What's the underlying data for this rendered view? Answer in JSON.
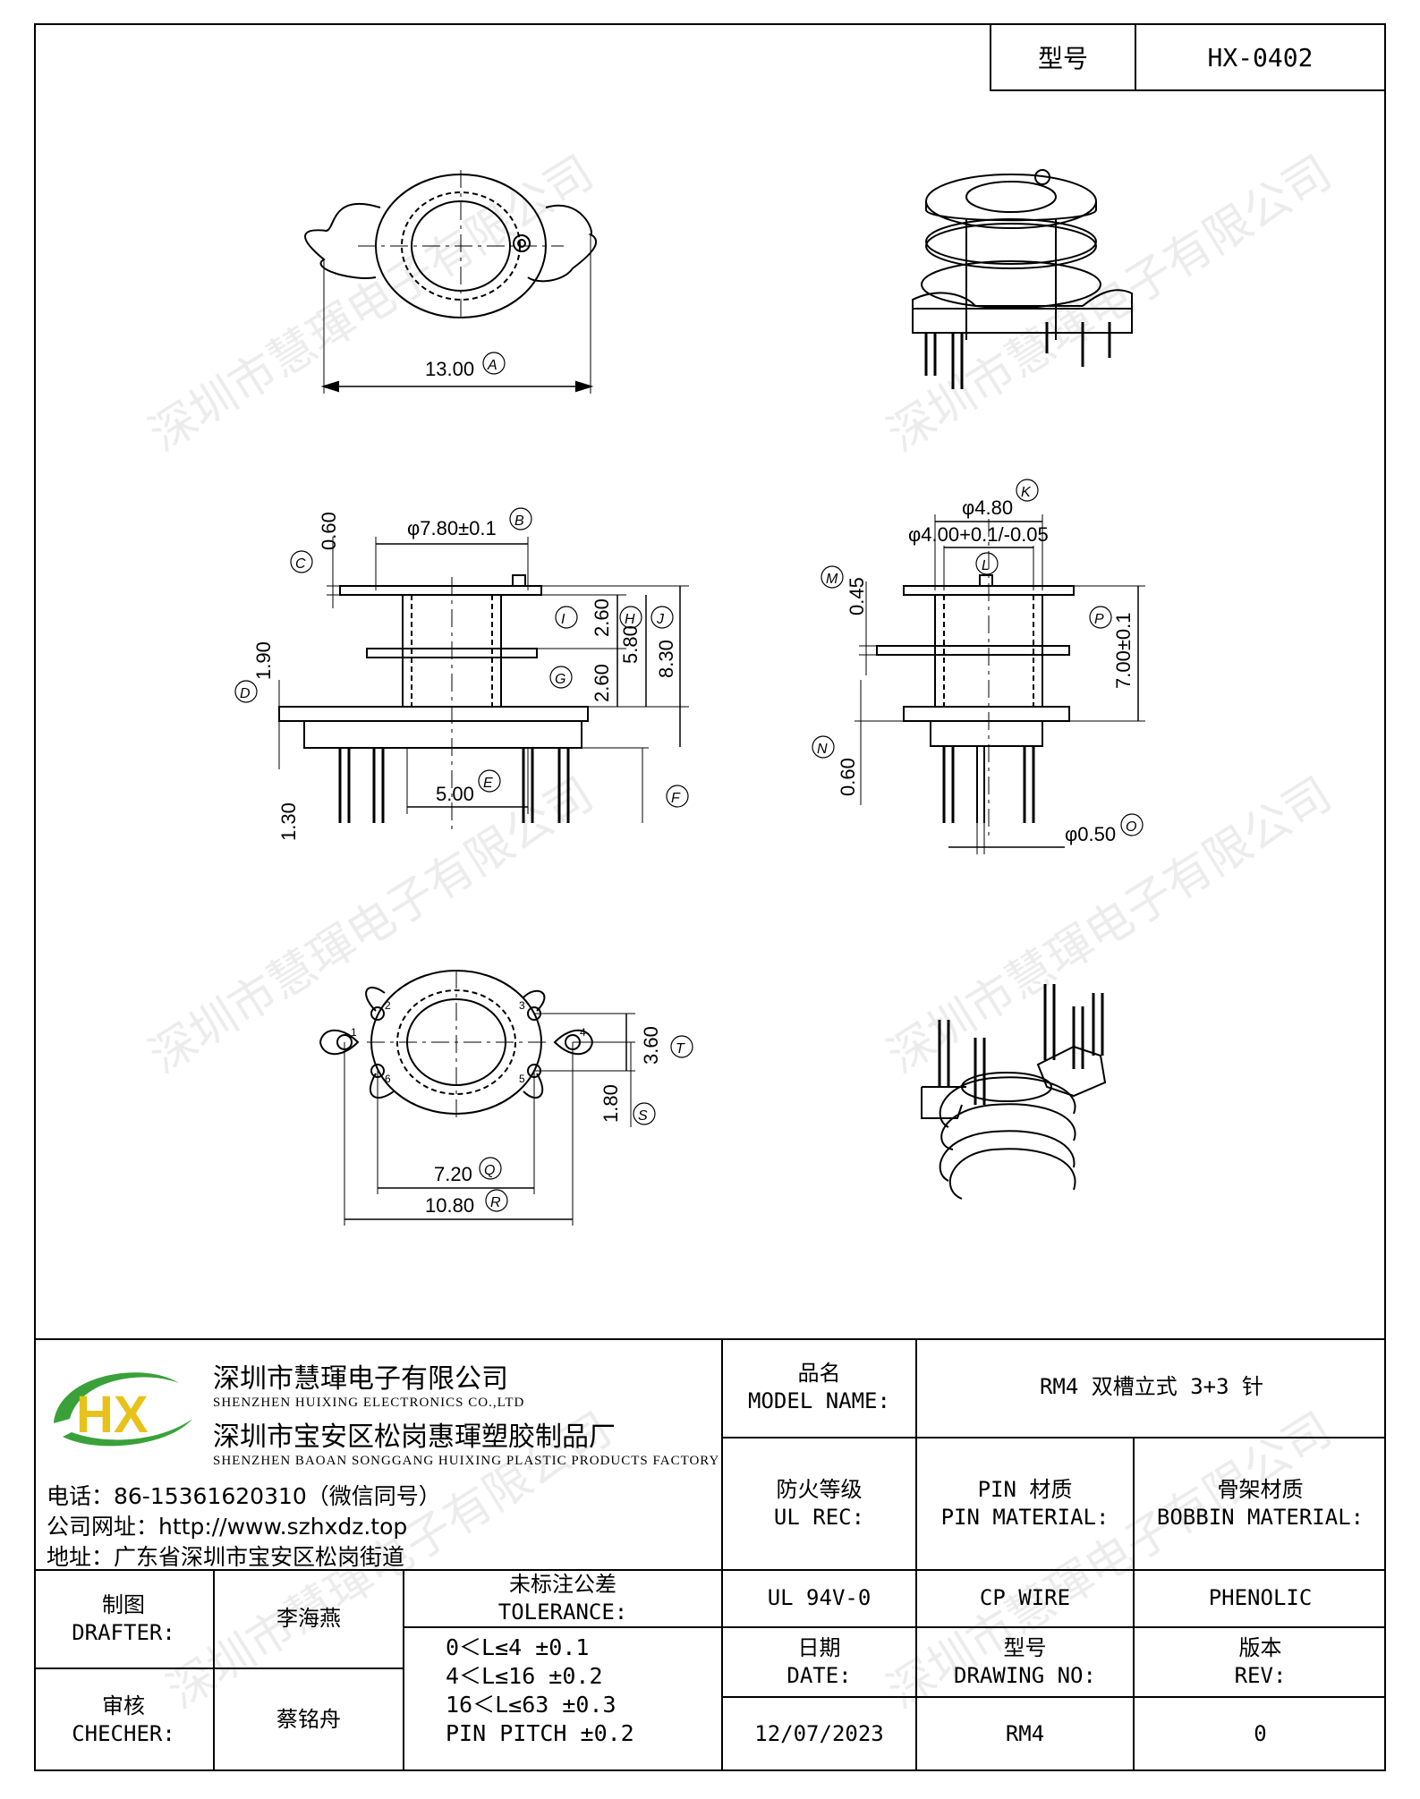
{
  "header": {
    "model_label": "型号",
    "model_value": "HX-0402"
  },
  "watermark": "深圳市慧琿电子有限公司",
  "dimensions": {
    "top_width": "13.00",
    "top_width_tag": "A",
    "bobbin_dia": "φ7.80±0.1",
    "bobbin_dia_tag": "B",
    "flange_thk": "0.60",
    "flange_thk_tag": "C",
    "base_thk": "1.90",
    "base_thk_tag": "D",
    "pin_space": "5.00",
    "pin_space_tag": "E",
    "pin_len_tag": "F",
    "pin_len": "1.30",
    "slot1": "2.60",
    "slot1_tag": "I",
    "slot2": "2.60",
    "slot2_tag": "G",
    "h_mid": "5.80",
    "h_mid_tag": "H",
    "h_total": "8.30",
    "h_total_tag": "J",
    "outer_dia": "φ4.80",
    "outer_dia_tag": "K",
    "inner_dia": "φ4.00+0.1/-0.05",
    "inner_dia_tag": "L",
    "rib": "0.45",
    "rib_tag": "M",
    "base2": "0.60",
    "base2_tag": "N",
    "pin_dia": "φ0.50",
    "pin_dia_tag": "O",
    "height7": "7.00±0.1",
    "height7_tag": "P",
    "pitch_small": "7.20",
    "pitch_small_tag": "Q",
    "pitch_large": "10.80",
    "pitch_large_tag": "R",
    "row_off": "1.80",
    "row_off_tag": "S",
    "row_space": "3.60",
    "row_space_tag": "T",
    "pin_numbers": [
      "1",
      "2",
      "3",
      "4",
      "5",
      "6"
    ]
  },
  "title_block": {
    "company_cn": "深圳市慧琿电子有限公司",
    "company_en": "SHENZHEN HUIXING ELECTRONICS CO.,LTD",
    "factory_cn": "深圳市宝安区松岗惠琿塑胶制品厂",
    "factory_en": "SHENZHEN BAOAN SONGGANG HUIXING PLASTIC PRODUCTS FACTORY",
    "logo_text": "HX",
    "phone": "电话：86-15361620310（微信同号）",
    "website": "公司网址：http://www.szhxdz.top",
    "address": "地址：广东省深圳市宝安区松岗街道",
    "model_name_cn": "品名",
    "model_name_en": "MODEL NAME:",
    "model_name_value": "RM4 双槽立式 3+3 针",
    "ul_cn": "防火等级",
    "ul_en": "UL REC:",
    "pin_mat_cn": "PIN 材质",
    "pin_mat_en": "PIN MATERIAL:",
    "bobbin_mat_cn": "骨架材质",
    "bobbin_mat_en": "BOBBIN MATERIAL:",
    "ul_value": "UL 94V-0",
    "pin_mat_value": "CP WIRE",
    "bobbin_mat_value": "PHENOLIC",
    "drafter_cn": "制图",
    "drafter_en": "DRAFTER:",
    "drafter_name": "李海燕",
    "checker_cn": "审核",
    "checker_en": "CHECHER:",
    "checker_name": "蔡铭舟",
    "tol_cn": "未标注公差",
    "tol_en": "TOLERANCE:",
    "tol_lines": [
      "0＜L≤4  ±0.1",
      "4＜L≤16 ±0.2",
      "16＜L≤63 ±0.3",
      "PIN PITCH ±0.2"
    ],
    "date_cn": "日期",
    "date_en": "DATE:",
    "date_value": "12/07/2023",
    "dwg_cn": "型号",
    "dwg_en": "DRAWING NO:",
    "dwg_value": "RM4",
    "rev_cn": "版本",
    "rev_en": "REV:",
    "rev_value": "0"
  },
  "colors": {
    "logo_green": "#3aa13a",
    "logo_yellow": "#e8c21a",
    "line": "#000000"
  }
}
